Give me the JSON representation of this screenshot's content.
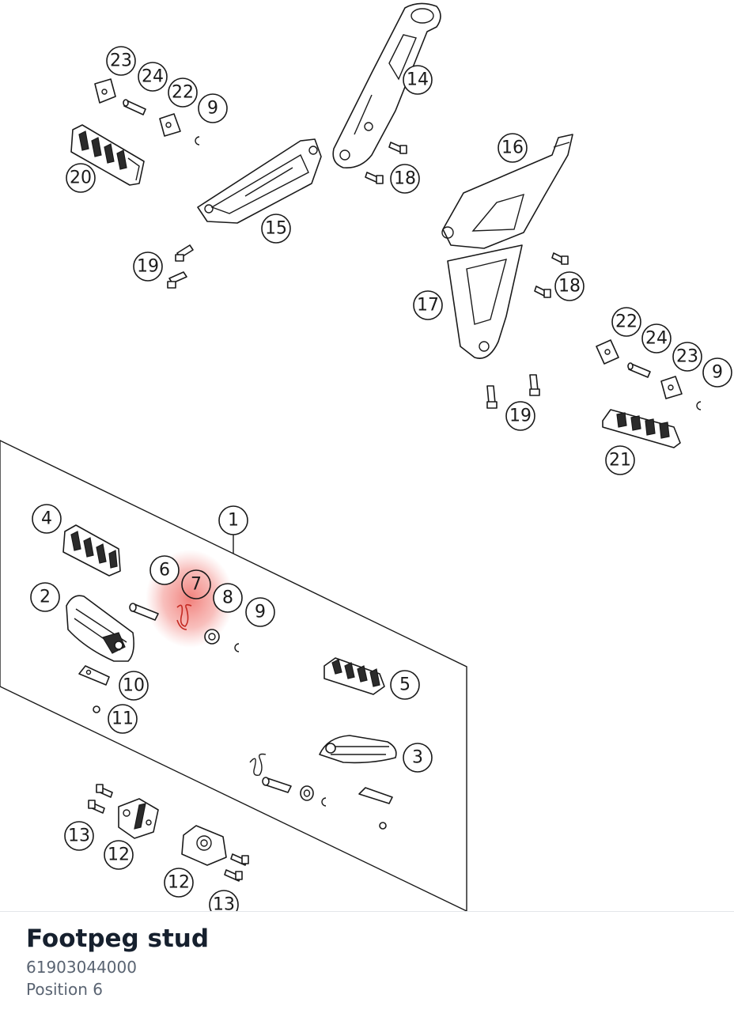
{
  "diagram": {
    "highlight_color": "#e8403a",
    "callouts": [
      {
        "label": "23"
      },
      {
        "label": "24"
      },
      {
        "label": "22"
      },
      {
        "label": "9"
      },
      {
        "label": "20"
      },
      {
        "label": "14"
      },
      {
        "label": "18"
      },
      {
        "label": "15"
      },
      {
        "label": "19"
      },
      {
        "label": "16"
      },
      {
        "label": "18"
      },
      {
        "label": "17"
      },
      {
        "label": "22"
      },
      {
        "label": "24"
      },
      {
        "label": "23"
      },
      {
        "label": "9"
      },
      {
        "label": "19"
      },
      {
        "label": "21"
      },
      {
        "label": "4"
      },
      {
        "label": "1"
      },
      {
        "label": "6"
      },
      {
        "label": "7",
        "highlighted": true
      },
      {
        "label": "8"
      },
      {
        "label": "9"
      },
      {
        "label": "2"
      },
      {
        "label": "10"
      },
      {
        "label": "11"
      },
      {
        "label": "5"
      },
      {
        "label": "3"
      },
      {
        "label": "13"
      },
      {
        "label": "12"
      },
      {
        "label": "12"
      },
      {
        "label": "13"
      }
    ]
  },
  "part": {
    "title": "Footpeg stud",
    "number": "61903044000",
    "position": "Position 6"
  }
}
